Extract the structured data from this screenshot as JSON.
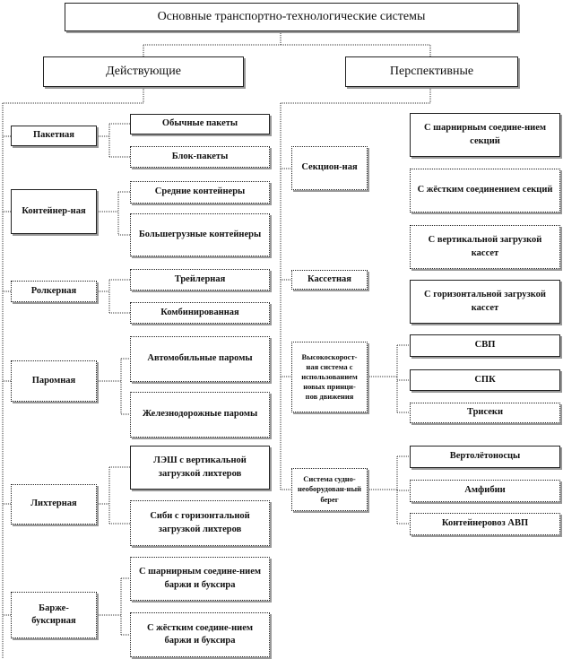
{
  "title": "Основные транспортно-технологические системы",
  "left_header": "Действующие",
  "right_header": "Перспективные",
  "existing": [
    {
      "label": "Пакетная",
      "children": [
        "Обычные пакеты",
        "Блок-пакеты"
      ]
    },
    {
      "label": "Контейнер-ная",
      "children": [
        "Средние контейнеры",
        "Большегрузные контейнеры"
      ]
    },
    {
      "label": "Ролкерная",
      "children": [
        "Трейлерная",
        "Комбинированная"
      ]
    },
    {
      "label": "Паромная",
      "children": [
        "Автомобильные паромы",
        "Железнодорожные паромы"
      ]
    },
    {
      "label": "Лихтерная",
      "children": [
        "ЛЭШ с вертикальной загрузкой лихтеров",
        "Сиби с горизонтальной загрузкой лихтеров"
      ]
    },
    {
      "label": "Барже-буксирная",
      "children": [
        "С шарнирным соедине-нием баржи и буксира",
        "С жёстким соедине-нием баржи и буксира"
      ]
    }
  ],
  "perspective": [
    {
      "label": "Секцион-ная",
      "children": [
        "С шарнирным соедине-нием секций",
        "С жёстким соединением секций"
      ]
    },
    {
      "label": "Кассетная",
      "children": [
        "С вертикальной загрузкой кассет",
        "С горизонтальной загрузкой кассет"
      ]
    },
    {
      "label": "Высокоскорост-ная система с использованием новых принци-пов движения",
      "children": [
        "СВП",
        "СПК",
        "Трисеки"
      ]
    },
    {
      "label": "Система судно-необорудован-ный берег",
      "children": [
        "Вертолётоносцы",
        "Амфибии",
        "Контейнеровоз АВП"
      ]
    }
  ]
}
